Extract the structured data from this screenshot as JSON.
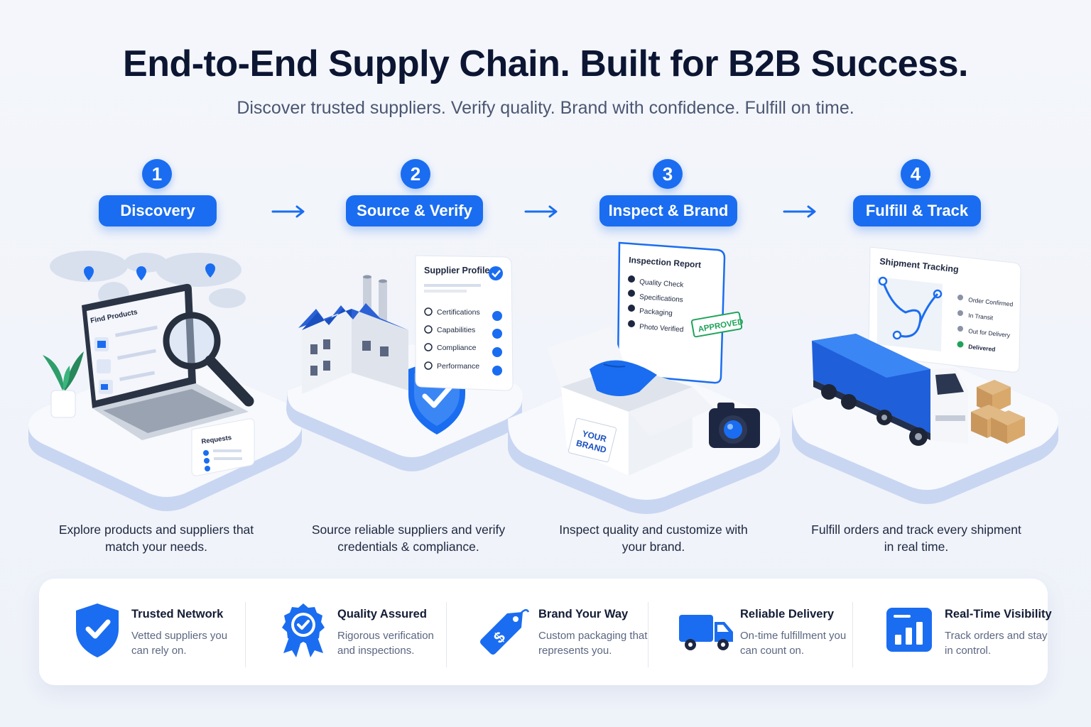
{
  "header": {
    "title": "End-to-End Supply Chain. Built for B2B Success.",
    "subtitle": "Discover trusted suppliers. Verify quality. Brand with confidence. Fulfill on time."
  },
  "steps": [
    {
      "number": "1",
      "label": "Discovery",
      "description": "Explore products and suppliers that match your needs.",
      "card": {
        "title": "Find Products",
        "requests": "Requests"
      }
    },
    {
      "number": "2",
      "label": "Source & Verify",
      "description": "Source reliable suppliers and verify credentials & compliance.",
      "card": {
        "title": "Supplier Profile",
        "items": [
          "Certifications",
          "Capabilities",
          "Compliance",
          "Performance"
        ]
      }
    },
    {
      "number": "3",
      "label": "Inspect & Brand",
      "description": "Inspect quality and customize with your brand.",
      "card": {
        "title": "Inspection Report",
        "items": [
          "Quality Check",
          "Specifications",
          "Packaging",
          "Photo Verified"
        ],
        "stamp": "APPROVED",
        "box_label_line1": "YOUR",
        "box_label_line2": "BRAND"
      }
    },
    {
      "number": "4",
      "label": "Fulfill & Track",
      "description": "Fulfill orders and track every shipment in real time.",
      "card": {
        "title": "Shipment Tracking",
        "items": [
          "Order Confirmed",
          "In Transit",
          "Out for Delivery",
          "Delivered"
        ]
      }
    }
  ],
  "benefits": [
    {
      "icon": "shield-check-icon",
      "title": "Trusted Network",
      "description": "Vetted suppliers you can rely on."
    },
    {
      "icon": "award-ribbon-icon",
      "title": "Quality Assured",
      "description": "Rigorous verification and inspections."
    },
    {
      "icon": "price-tag-icon",
      "title": "Brand Your Way",
      "description": "Custom packaging that represents you."
    },
    {
      "icon": "delivery-truck-icon",
      "title": "Reliable Delivery",
      "description": "On-time fulfillment you can count on."
    },
    {
      "icon": "bar-chart-icon",
      "title": "Real-Time Visibility",
      "description": "Track orders and stay in control."
    }
  ],
  "colors": {
    "accent": "#1a6df0",
    "text": "#0c1633",
    "muted": "#5b6682",
    "green": "#1fa35a"
  }
}
